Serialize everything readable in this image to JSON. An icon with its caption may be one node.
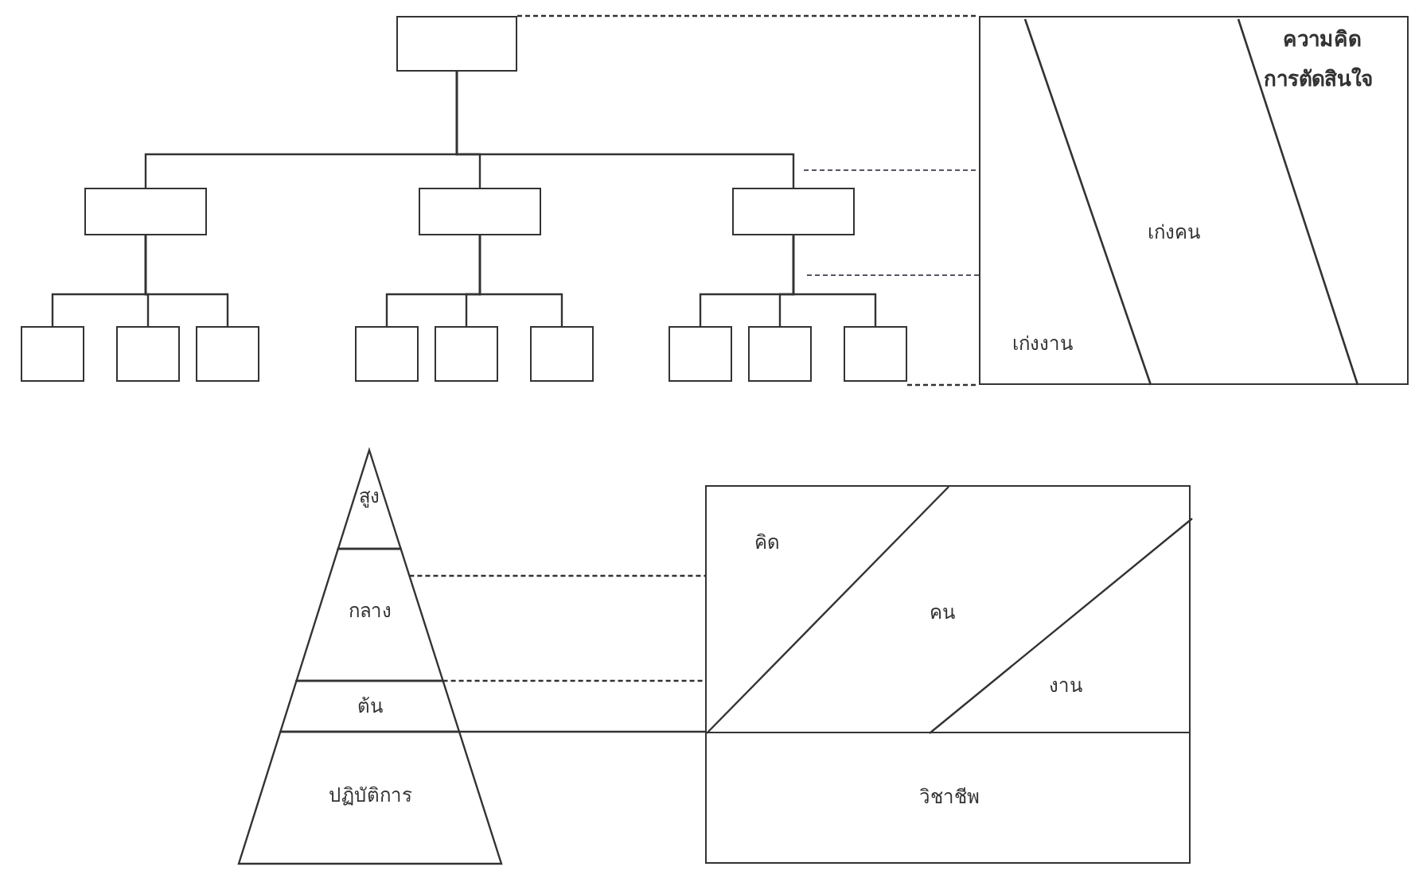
{
  "diagram": {
    "nodes": [
      {
        "text": [],
        "shape": "box"
      },
      {
        "text": [],
        "shape": "box"
      },
      {
        "text": [],
        "shape": "box"
      },
      {
        "text": [],
        "shape": "box"
      },
      {
        "text": [],
        "shape": "box"
      },
      {
        "text": [],
        "shape": "box"
      },
      {
        "text": [],
        "shape": "box"
      },
      {
        "text": [],
        "shape": "box"
      },
      {
        "text": [],
        "shape": "box"
      },
      {
        "text": [],
        "shape": "box"
      },
      {
        "text": [],
        "shape": "box"
      },
      {
        "text": [],
        "shape": "box"
      },
      {
        "text": [],
        "shape": "box"
      },
      {
        "text": [
          "ความคิด",
          "การตัดสินใจ",
          "เก่งคน",
          "เก่งงาน"
        ]
      },
      {
        "text": [
          "สูง"
        ]
      },
      {
        "text": [
          "กลาง"
        ]
      },
      {
        "text": [
          "ต้น"
        ]
      },
      {
        "text": [
          "ปฏิบัติการ"
        ]
      },
      {
        "text": [
          "คิด",
          "คน",
          "งาน"
        ]
      },
      {
        "text": [
          "วิชาชีพ"
        ]
      }
    ],
    "edges": [
      {
        "from": 0,
        "to": 1,
        "arrow": "none"
      },
      {
        "from": 0,
        "to": 2,
        "arrow": "none"
      },
      {
        "from": 0,
        "to": 3,
        "arrow": "none"
      },
      {
        "from": 1,
        "to": 4,
        "arrow": "none"
      },
      {
        "from": 1,
        "to": 5,
        "arrow": "none"
      },
      {
        "from": 1,
        "to": 6,
        "arrow": "none"
      },
      {
        "from": 2,
        "to": 7,
        "arrow": "none"
      },
      {
        "from": 2,
        "to": 8,
        "arrow": "none"
      },
      {
        "from": 2,
        "to": 9,
        "arrow": "none"
      },
      {
        "from": 3,
        "to": 10,
        "arrow": "none"
      },
      {
        "from": 3,
        "to": 11,
        "arrow": "none"
      },
      {
        "from": 3,
        "to": 12,
        "arrow": "none"
      },
      {
        "from": 0,
        "to": 13,
        "arrow": "none",
        "style": "dashed"
      },
      {
        "from": 12,
        "to": 13,
        "arrow": "none",
        "style": "dashed"
      },
      {
        "from": 15,
        "to": 18,
        "arrow": "none",
        "style": "dashed"
      },
      {
        "from": 16,
        "to": 18,
        "arrow": "none",
        "style": "dashed"
      },
      {
        "from": 16,
        "to": 19,
        "arrow": "none"
      }
    ]
  }
}
